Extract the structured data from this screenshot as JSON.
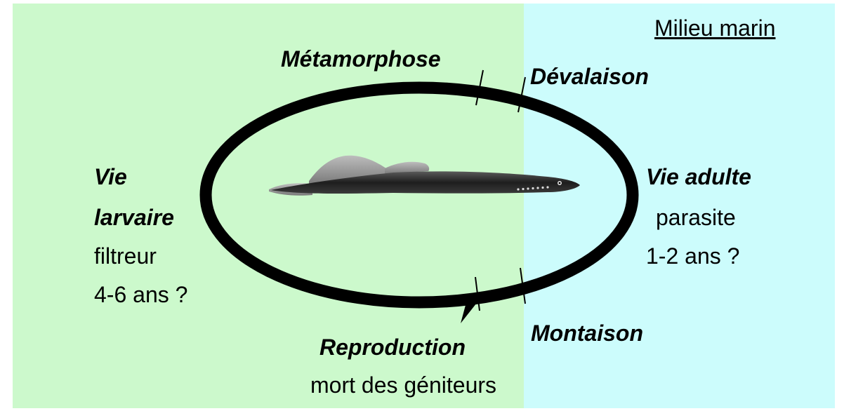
{
  "regions": {
    "left_color": "#ccf9cc",
    "right_color": "#ccfcfc",
    "right_label": "Milieu marin"
  },
  "labels": {
    "metamorphose": "Métamorphose",
    "devalaison": "Dévalaison",
    "montaison": "Montaison",
    "reproduction": "Reproduction",
    "reproduction_note": "mort des géniteurs",
    "larval_line1": "Vie",
    "larval_line2": "larvaire",
    "larval_note1": "filtreur",
    "larval_note2": "4-6 ans ?",
    "adult_title": "Vie adulte",
    "adult_note1": "parasite",
    "adult_note2": "1-2 ans ?"
  },
  "central_image": "lamprey-picture"
}
